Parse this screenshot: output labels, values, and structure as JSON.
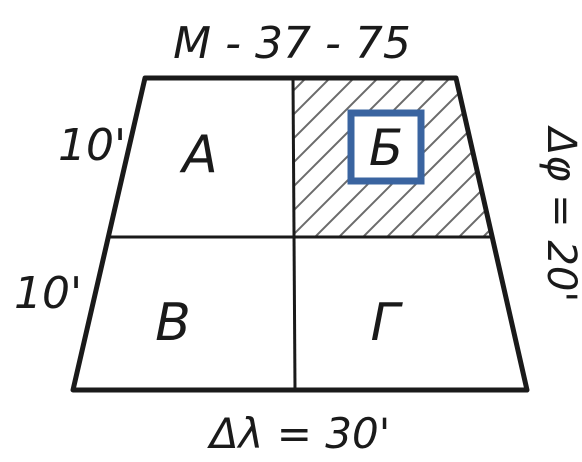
{
  "sheet_title": "M - 37 - 75",
  "left_labels": {
    "upper": "10'",
    "lower": "10'"
  },
  "cells": {
    "top_left": "А",
    "top_right": "Б",
    "bottom_left": "В",
    "bottom_right": "Г"
  },
  "right_label": "Δφ = 20'",
  "bottom_label": "Δλ = 30'",
  "colors": {
    "ink": "#1a1a1a",
    "hatch": "#6b6b6b",
    "highlight_border": "#3a64a0"
  }
}
